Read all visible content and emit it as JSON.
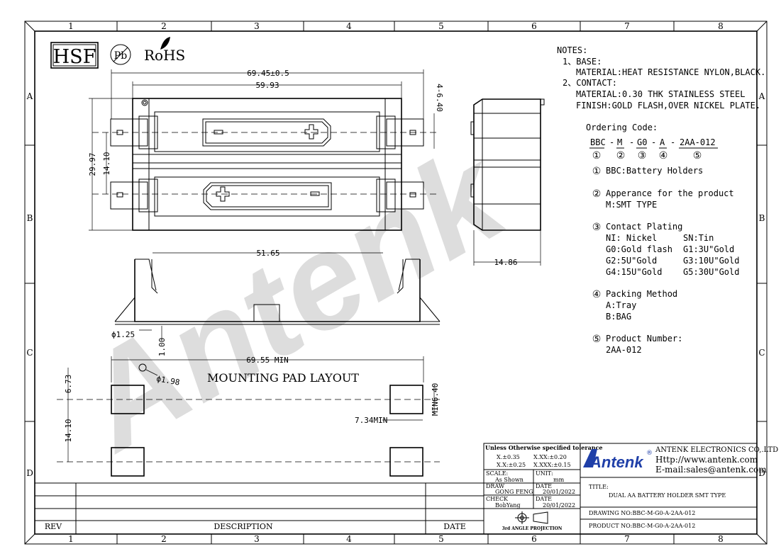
{
  "frame": {
    "columns": [
      "1",
      "2",
      "3",
      "4",
      "5",
      "6",
      "7",
      "8"
    ],
    "rows": [
      "A",
      "B",
      "C",
      "D"
    ]
  },
  "logos": {
    "hsf": "HSF",
    "pb": "Pb",
    "rohs": "RoHS"
  },
  "watermark": "Antenk",
  "notes": {
    "heading": "NOTES:",
    "lines": [
      "1、BASE:",
      "MATERIAL:HEAT RESISTANCE NYLON,BLACK.",
      "2、CONTACT:",
      "MATERIAL:0.30 THK STAINLESS STEEL",
      "FINISH:GOLD FLASH,OVER NICKEL PLATE."
    ]
  },
  "ordering": {
    "title": "Ordering Code:",
    "code": [
      "BBC",
      "-",
      "M",
      "-",
      "G0",
      "-",
      "A",
      "-",
      "2AA-012"
    ],
    "markers": [
      "①",
      "②",
      "③",
      "④",
      "⑤"
    ],
    "items": [
      {
        "mark": "①",
        "title": "BBC:Battery Holders",
        "lines": []
      },
      {
        "mark": "②",
        "title": "Apperance for the product",
        "lines": [
          "M:SMT TYPE"
        ]
      },
      {
        "mark": "③",
        "title": "Contact Plating",
        "lines": [
          "NI: Nickel",
          "G0:Gold flash",
          "G2:5U\"Gold",
          "G4:15U\"Gold"
        ],
        "lines2": [
          "SN:Tin",
          "G1:3U\"Gold",
          "G3:10U\"Gold",
          "G5:30U\"Gold"
        ]
      },
      {
        "mark": "④",
        "title": "Packing Method",
        "lines": [
          "A:Tray",
          "B:BAG"
        ]
      },
      {
        "mark": "⑤",
        "title": "Product Number:",
        "lines": [
          "2AA-012"
        ]
      }
    ]
  },
  "dimensions": {
    "overall_length": "69.45±0.5",
    "inner_length": "59.93",
    "height_right": "4-6.40",
    "overall_width": "29.97",
    "pitch": "14.10",
    "side_depth": "14.86",
    "side_len": "51.65",
    "pin_dia": "ϕ1.25",
    "pin_height": "1.00",
    "pad_span": "69.55 MIN",
    "hole": "ϕ1.98",
    "pad_offset": "6.73",
    "pad_pitch": "14.10",
    "pad_len": "7.34MIN",
    "pad_w": "MIN6.40"
  },
  "mounting_title": "MOUNTING PAD LAYOUT",
  "title_block": {
    "tolerance_heading": "Unless Otherwise specified tolerance",
    "tol": [
      "X.±0.35",
      "X.XX:±0.20",
      "X.X:±0.25",
      "X.XXX:±0.15"
    ],
    "scale_label": "SCALE:",
    "scale_value": "As Shown",
    "unit_label": "UNIT:",
    "unit_value": "mm",
    "draw_label": "DRAW",
    "draw_name": "GONG FENG",
    "date_label": "DATE",
    "draw_date": "20/01/2022",
    "check_label": "CHECK",
    "check_name": "BobYang",
    "check_date": "20/01/2022",
    "projection": "3rd ANGLE PROJECTION",
    "company_logo": "Antenk",
    "company": "ANTENK ELECTRONICS CO,.LTD",
    "url": "Http://www.antenk.com",
    "email": "E-mail:sales@antenk.com",
    "title_label": "TITLE:",
    "title_value": "DUAL AA BATTERY HOLDER SMT TYPE",
    "drawing_no": "DRAWING NO:BBC-M-G0-A-2AA-012",
    "product_no": "PRODUCT NO:BBC-M-G0-A-2AA-012",
    "rev": "REV",
    "description": "DESCRIPTION",
    "date": "DATE"
  }
}
